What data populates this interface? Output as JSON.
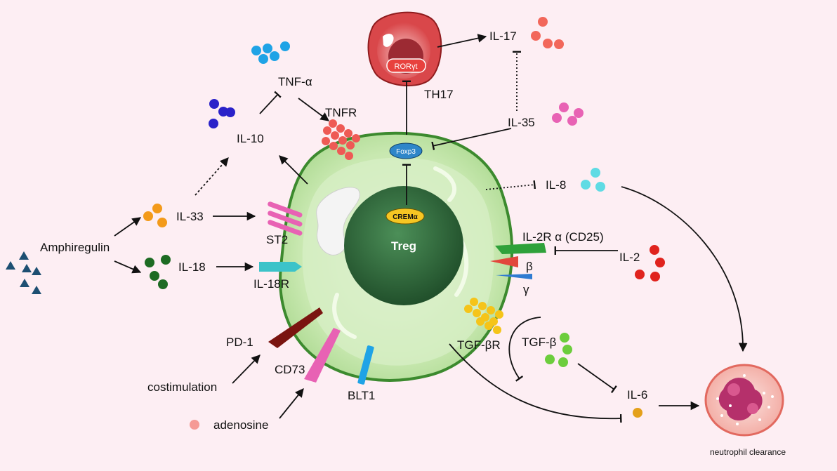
{
  "labels": {
    "tnf_alpha": "TNF-α",
    "tnfr": "TNFR",
    "il10": "IL-10",
    "il33": "IL-33",
    "st2": "ST2",
    "amphiregulin": "Amphiregulin",
    "il18": "IL-18",
    "il18r": "IL-18R",
    "pd1": "PD-1",
    "costimulation": "costimulation",
    "cd73": "CD73",
    "adenosine": "adenosine",
    "blt1": "BLT1",
    "tgf_beta_r": "TGF-βR",
    "tgf_beta": "TGF-β",
    "il6": "IL-6",
    "neutrophil_clearance": "neutrophil clearance",
    "il8": "IL-8",
    "il2r_alpha": "IL-2R α (CD25)",
    "beta": "β",
    "gamma": "γ",
    "il2": "IL-2",
    "il35": "IL-35",
    "il17": "IL-17",
    "th17": "TH17",
    "rorgt": "RORγt",
    "foxp3": "Foxp3",
    "crem": "CREMα",
    "treg": "Treg"
  },
  "colors": {
    "background": "#fdeef3",
    "cell_outer": "#b7dea0",
    "cell_border": "#3c8a2e",
    "nucleus": "#2f6b3c",
    "tnf_dots": "#1fa3e6",
    "il10_dots": "#2a22c9",
    "il33_dots": "#f39a1a",
    "il18_dots": "#1d6b23",
    "amphiregulin_triangles": "#1d4f72",
    "tnfr_beads": "#ee5a55",
    "il17_dots": "#f2675a",
    "il35_dots": "#e862b4",
    "il8_dots": "#5fdbe4",
    "il2_dots": "#e0231d",
    "tgf_dots": "#6ccd3c",
    "tgfbr_beads": "#f5c419",
    "adenosine_dot": "#f59a95",
    "il6_dot": "#e4a01a"
  }
}
